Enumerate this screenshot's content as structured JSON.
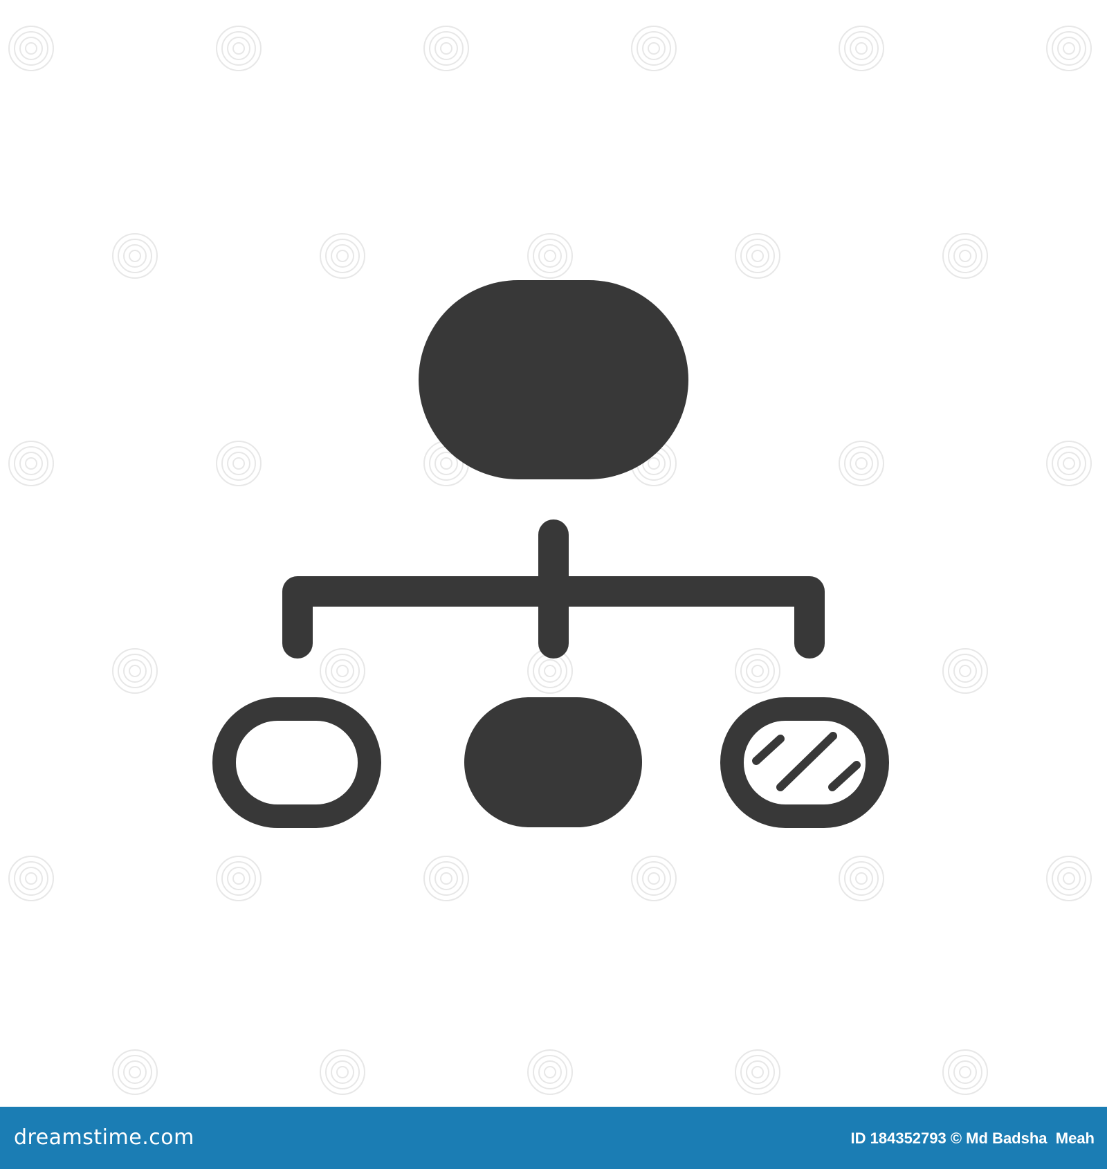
{
  "colors": {
    "icon": "#383838",
    "background": "#ffffff",
    "footer_bar": "#1b7db4",
    "footer_text": "#ffffff",
    "watermark": "#cfcfcf"
  },
  "icon": {
    "name": "hierarchy-structure-icon",
    "nodes": [
      {
        "name": "top-node",
        "style": "filled"
      },
      {
        "name": "bottom-left-node",
        "style": "outline"
      },
      {
        "name": "bottom-center-node",
        "style": "filled"
      },
      {
        "name": "bottom-right-node",
        "style": "outline-hatched"
      }
    ]
  },
  "footer": {
    "logo_text": "dreamstime.com",
    "credit_text": "ID 184352793 © Md Badsha  Meah"
  }
}
